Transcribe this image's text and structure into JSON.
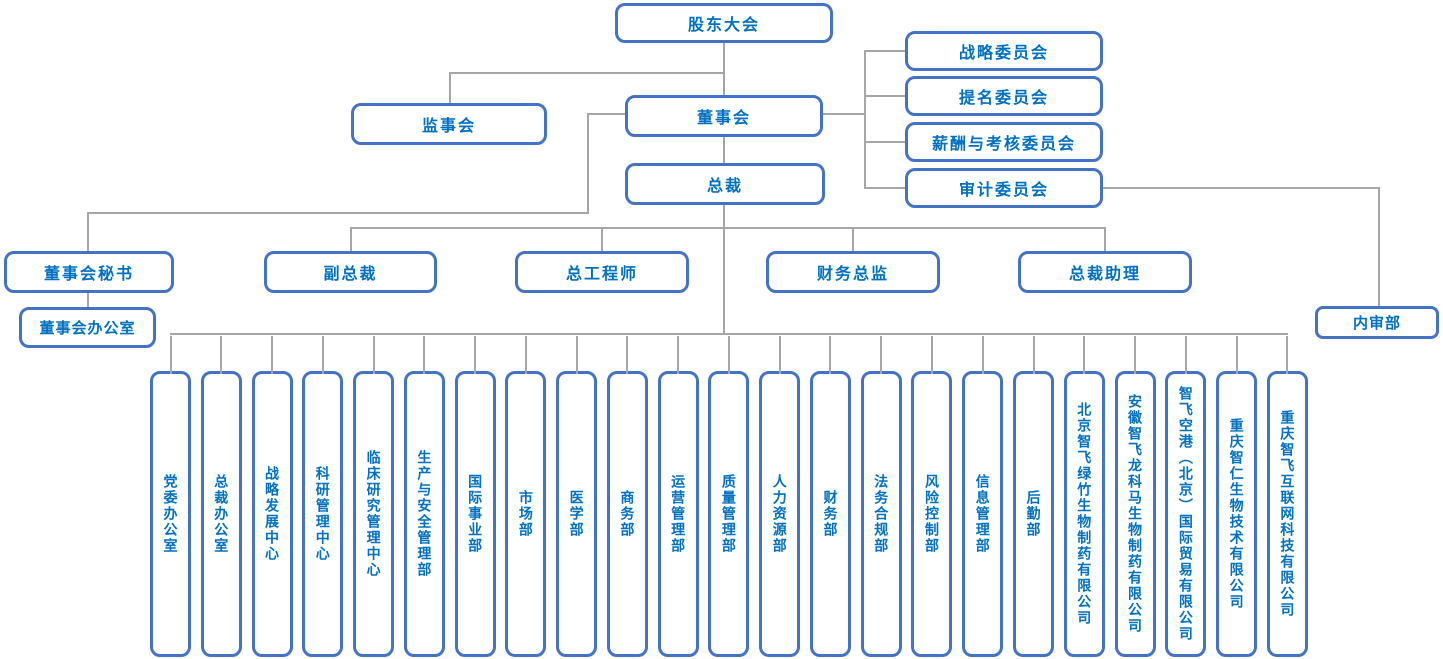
{
  "org": {
    "shareholders": "股东大会",
    "supervisory_board": "监事会",
    "board_of_directors": "董事会",
    "president": "总裁",
    "committees": [
      "战略委员会",
      "提名委员会",
      "薪酬与考核委员会",
      "审计委员会"
    ],
    "row2": [
      "董事会秘书",
      "副总裁",
      "总工程师",
      "财务总监",
      "总裁助理"
    ],
    "board_office": "董事会办公室",
    "internal_audit": "内审部",
    "departments": [
      "党委办公室",
      "总裁办公室",
      "战略发展中心",
      "科研管理中心",
      "临床研究管理中心",
      "生产与安全管理部",
      "国际事业部",
      "市场部",
      "医学部",
      "商务部",
      "运营管理部",
      "质量管理部",
      "人力资源部",
      "财务部",
      "法务合规部",
      "风险控制部",
      "信息管理部",
      "后勤部",
      "北京智飞绿竹生物制药有限公司",
      "安徽智飞龙科马生物制药有限公司",
      "智飞空港（北京）国际贸易有限公司",
      "重庆智仁生物技术有限公司",
      "重庆智飞互联网科技有限公司"
    ]
  },
  "colors": {
    "accent_border": "#4472C4",
    "text_blue": "#0070C0",
    "connector_gray": "#A6A6A6"
  }
}
